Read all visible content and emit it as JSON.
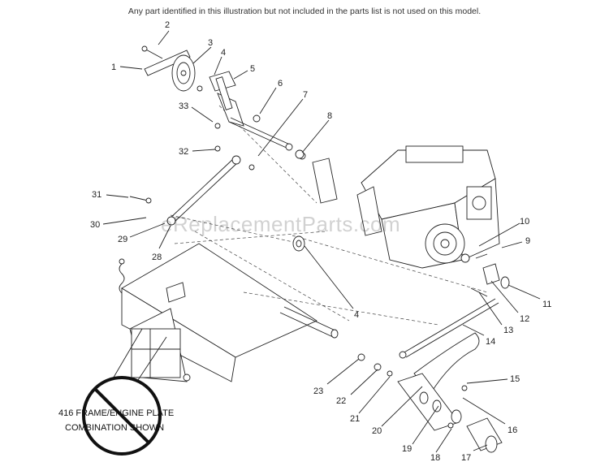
{
  "header": {
    "note": "Any part identified in this illustration but not included in the parts list is not used on this model."
  },
  "watermark": "eReplacementParts.com",
  "stamp": {
    "line1": "416 FRAME/ENGINE PLATE",
    "line2": "COMBINATION SHOWN"
  },
  "callouts": [
    "1",
    "2",
    "3",
    "4",
    "5",
    "6",
    "7",
    "8",
    "9",
    "10",
    "11",
    "12",
    "13",
    "14",
    "15",
    "16",
    "17",
    "18",
    "19",
    "20",
    "21",
    "22",
    "23",
    "4",
    "28",
    "29",
    "30",
    "31",
    "32",
    "33"
  ]
}
